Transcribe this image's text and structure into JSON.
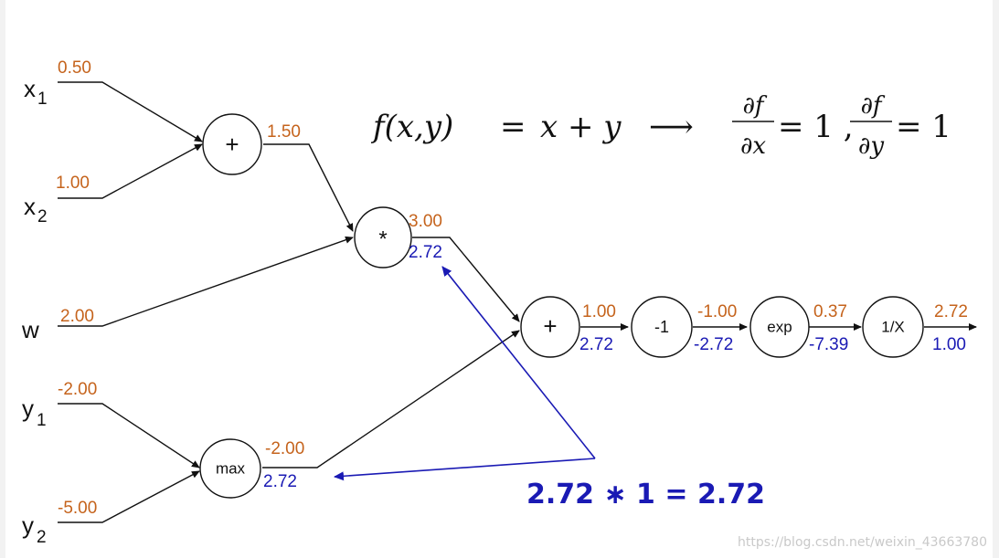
{
  "inputs": {
    "x1": {
      "name": "x",
      "sub": "1",
      "value": "0.50"
    },
    "x2": {
      "name": "x",
      "sub": "2",
      "value": "1.00"
    },
    "w": {
      "name": "w",
      "value": "2.00"
    },
    "y1": {
      "name": "y",
      "sub": "1",
      "value": "-2.00"
    },
    "y2": {
      "name": "y",
      "sub": "2",
      "value": "-5.00"
    }
  },
  "nodes": {
    "add1": {
      "op": "+",
      "forward": "1.50"
    },
    "mul": {
      "op": "*",
      "forward": "3.00",
      "grad": "2.72"
    },
    "max": {
      "op": "max",
      "forward": "-2.00",
      "grad": "2.72"
    },
    "add2": {
      "op": "+",
      "forward": "1.00",
      "grad": "2.72"
    },
    "neg": {
      "op": "-1",
      "forward": "-1.00",
      "grad": "-2.72"
    },
    "exp": {
      "op": "exp",
      "forward": "0.37",
      "grad": "-7.39"
    },
    "recip": {
      "op": "1/X",
      "forward": "2.72",
      "grad": "1.00"
    }
  },
  "formula": {
    "lhs": "f(x,y)",
    "equals": "=",
    "rhs": "x + y",
    "arrow": "⟶",
    "d1_num": "∂f",
    "d1_den": "∂x",
    "d1_val": "= 1 ,",
    "d2_num": "∂f",
    "d2_den": "∂y",
    "d2_val": "= 1"
  },
  "backprop_equation": "2.72 ∗ 1 =  2.72",
  "watermark": "https://blog.csdn.net/weixin_43663780",
  "colors": {
    "forward": "#c5631c",
    "gradient": "#1a1ab4",
    "wire": "#111111"
  }
}
